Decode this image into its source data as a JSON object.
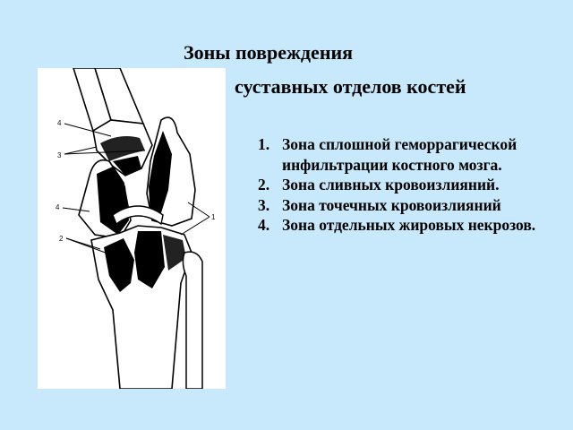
{
  "slide": {
    "background": "#c8e8fb",
    "title_line1": "Зоны повреждения",
    "title_line2": "суставных отделов костей"
  },
  "figure": {
    "callouts": [
      "4",
      "3",
      "4",
      "2",
      "1"
    ]
  },
  "zones": [
    {
      "number": "1.",
      "text": "Зона сплошной геморрагической инфильтрации костного мозга."
    },
    {
      "number": "2.",
      "text": "Зона сливных кровоизлияний."
    },
    {
      "number": "3.",
      "text": "Зона точечных кровоизлияний"
    },
    {
      "number": "4.",
      "text": "Зона отдельных жировых некрозов."
    }
  ]
}
